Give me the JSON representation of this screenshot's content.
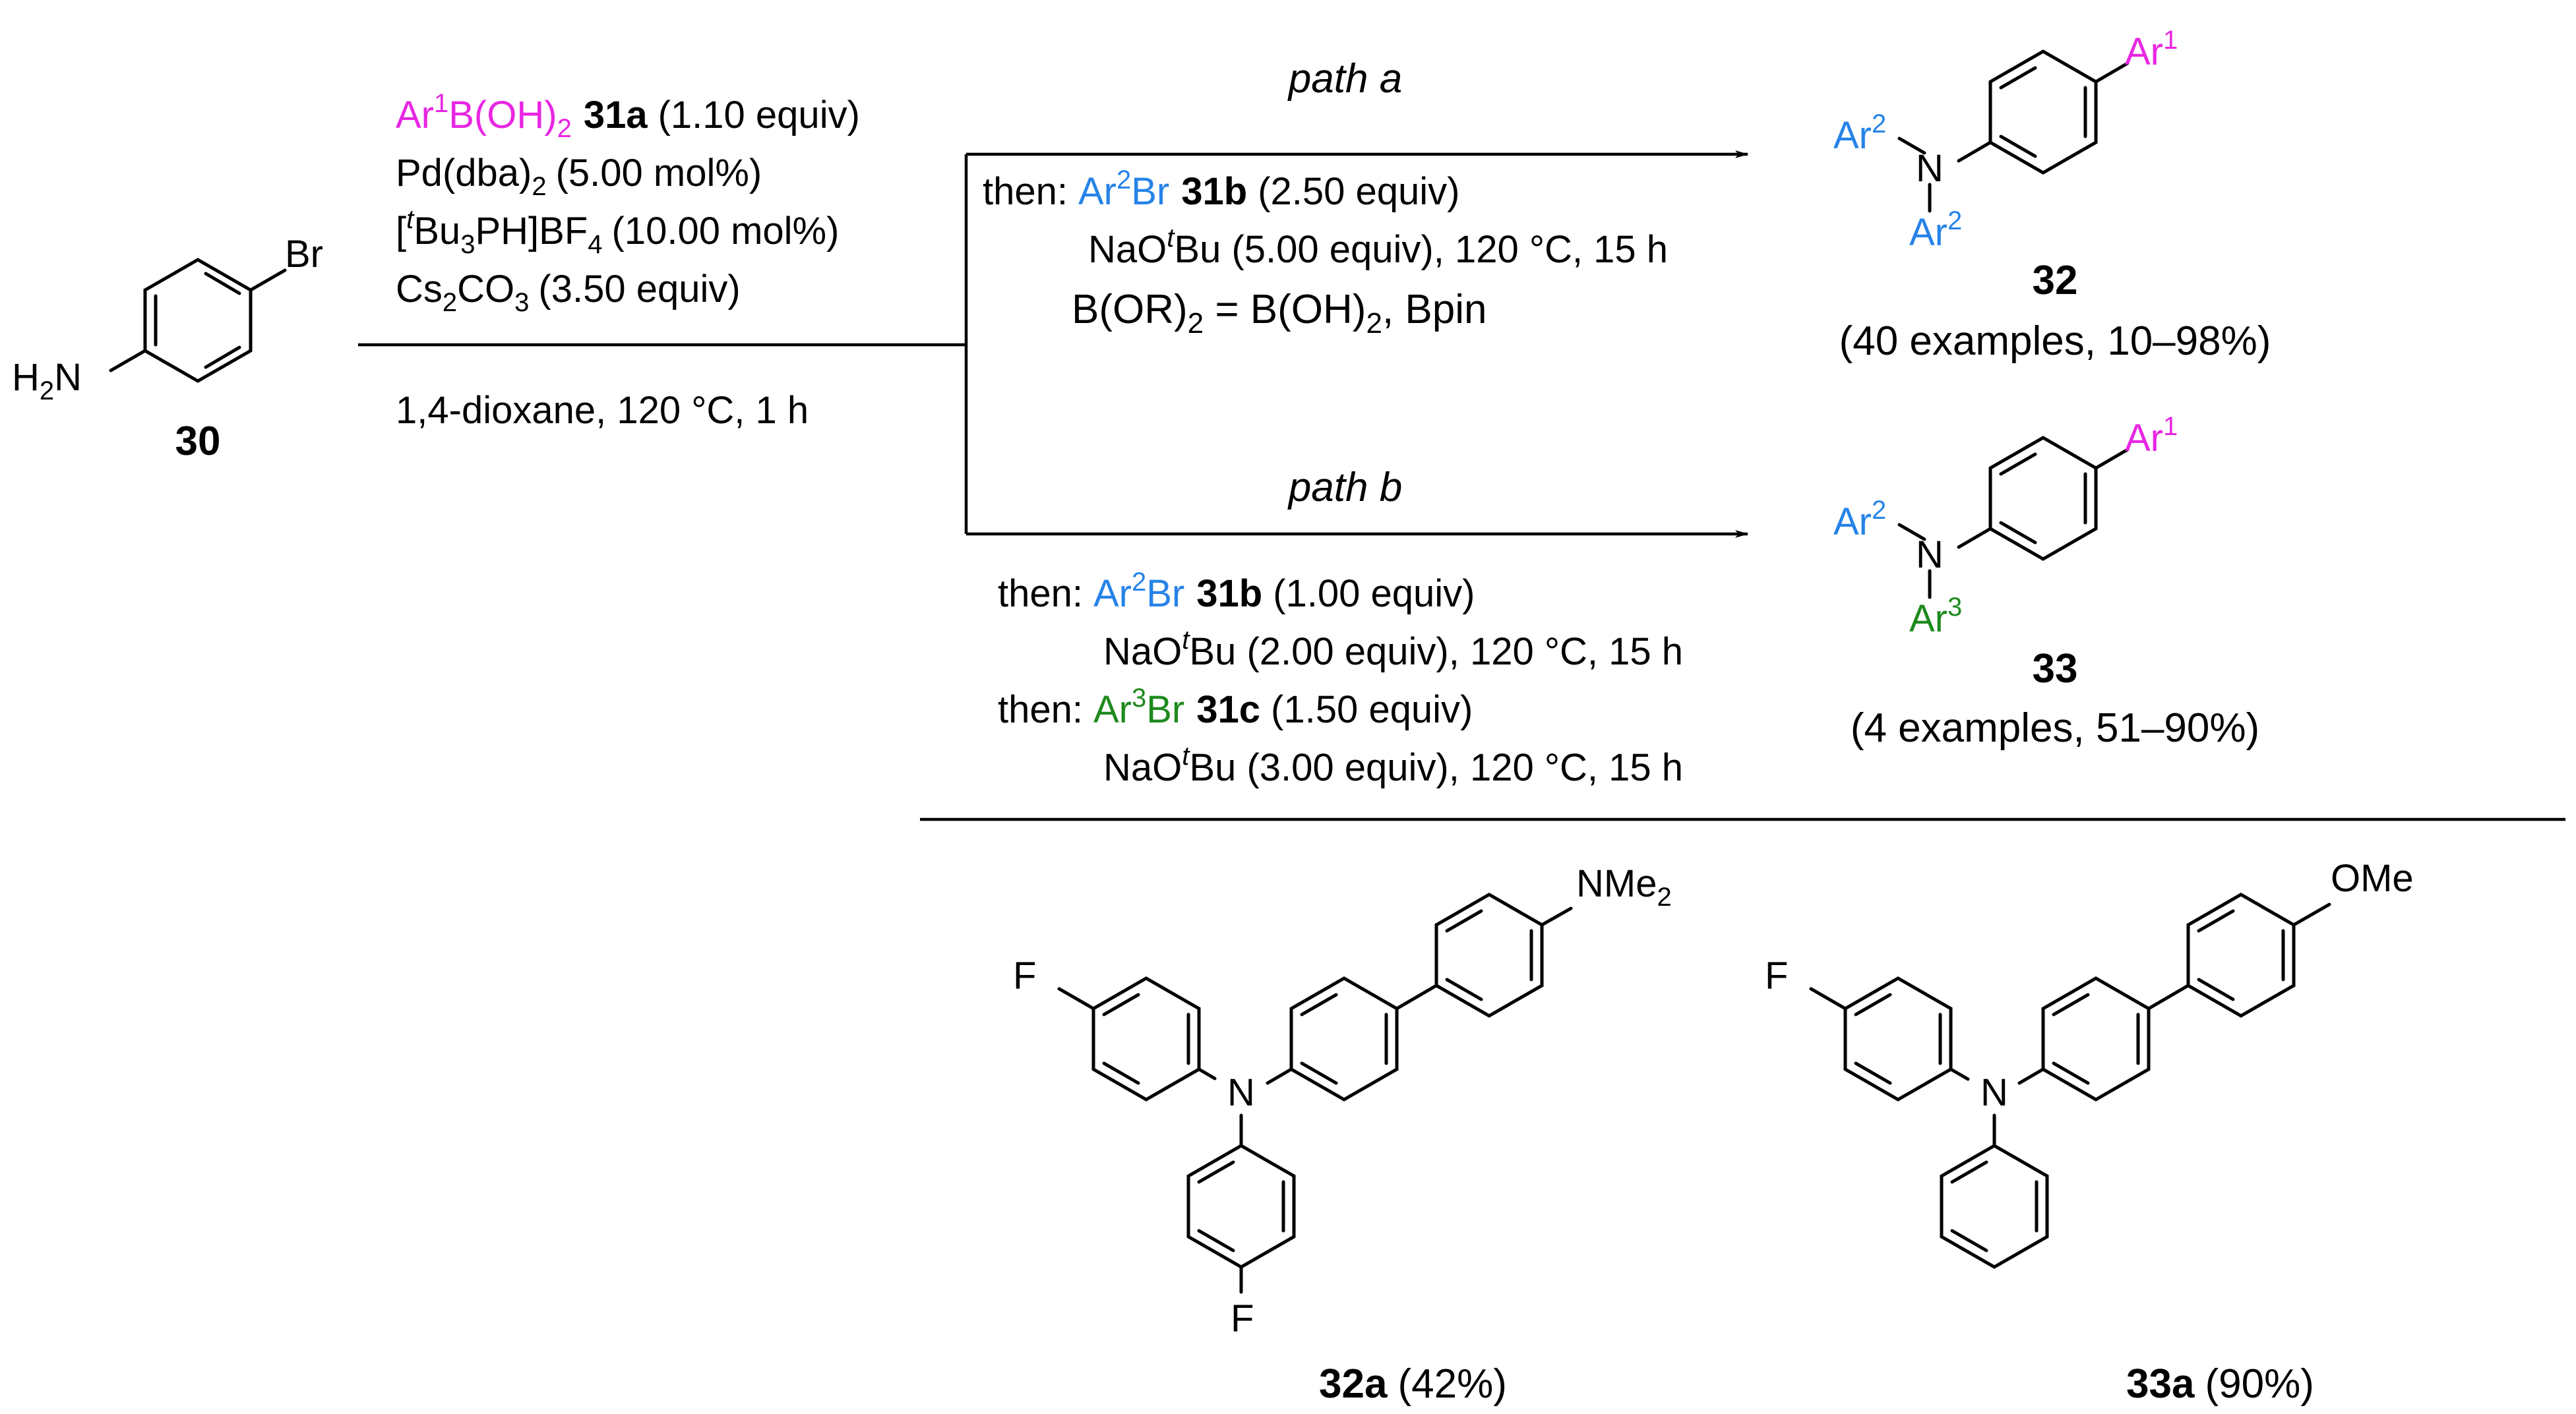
{
  "colors": {
    "ar1": "#e826e3",
    "ar2": "#2683e8",
    "ar3": "#1e8a1e",
    "ink": "#000000"
  },
  "start": {
    "amine": "H",
    "amine_sub": "2",
    "amine_n": "N",
    "halogen": "Br",
    "id": "30"
  },
  "step1": {
    "r1_ar": "Ar",
    "r1_ar_sup": "1",
    "r1_boron": "B(OH)",
    "r1_sub": "2",
    "r1_id": "31a",
    "r1_equiv": "(1.10 equiv)",
    "r2": "Pd(dba)",
    "r2_sub": "2",
    "r2_tail": "(5.00 mol%)",
    "r3_open": "[",
    "r3_t": "t",
    "r3_bu": "Bu",
    "r3_sub": "3",
    "r3_ph": "PH]BF",
    "r3_sub2": "4",
    "r3_tail": "(10.00 mol%)",
    "r4_cs": "Cs",
    "r4_sub": "2",
    "r4_co": "CO",
    "r4_sub2": "3",
    "r4_tail": "(3.50 equiv)",
    "solvent": "1,4-dioxane, 120 °C, 1 h"
  },
  "path_a": {
    "label": "path a",
    "then": "then:",
    "reagent_ar": "Ar",
    "reagent_sup": "2",
    "reagent_br": "Br",
    "reagent_id": "31b",
    "reagent_equiv": "(2.50 equiv)",
    "base_pre": "NaO",
    "base_t": "t",
    "base_post": "Bu (5.00 equiv), 120 °C, 15 h",
    "note_pre": "B(OR)",
    "note_sub": "2",
    "note_mid": " = B(OH)",
    "note_sub2": "2",
    "note_post": ", Bpin"
  },
  "path_b": {
    "label": "path b",
    "then1": "then:",
    "reagent1_ar": "Ar",
    "reagent1_sup": "2",
    "reagent1_br": "Br",
    "reagent1_id": "31b",
    "reagent1_equiv": "(1.00 equiv)",
    "base1_pre": "NaO",
    "base1_t": "t",
    "base1_post": "Bu (2.00 equiv), 120 °C, 15 h",
    "then2": "then:",
    "reagent2_ar": "Ar",
    "reagent2_sup": "3",
    "reagent2_br": "Br",
    "reagent2_id": "31c",
    "reagent2_equiv": "(1.50 equiv)",
    "base2_pre": "NaO",
    "base2_t": "t",
    "base2_post": "Bu (3.00 equiv), 120 °C, 15 h"
  },
  "product32": {
    "ar": "Ar",
    "ar1_sup": "1",
    "ar2_sup": "2",
    "n": "N",
    "id": "32",
    "scope": "(40 examples, 10–98%)"
  },
  "product33": {
    "ar": "Ar",
    "ar1_sup": "1",
    "ar2_sup": "2",
    "ar3_sup": "3",
    "n": "N",
    "id": "33",
    "scope": "(4 examples, 51–90%)"
  },
  "example32a": {
    "f_top": "F",
    "f_bottom": "F",
    "n": "N",
    "nme": "NMe",
    "nme_sub": "2",
    "id": "32a",
    "yield": "(42%)"
  },
  "example33a": {
    "f": "F",
    "n": "N",
    "ome": "OMe",
    "id": "33a",
    "yield": "(90%)"
  }
}
